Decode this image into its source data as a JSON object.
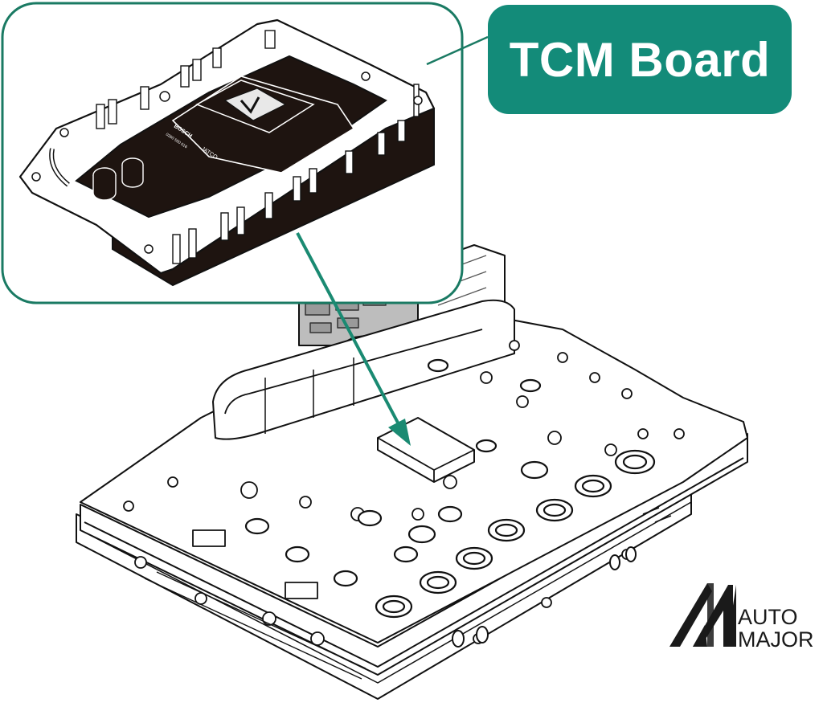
{
  "callout": {
    "label": "TCM Board",
    "color": "#138b79",
    "text_color": "#ffffff"
  },
  "board_markings": {
    "maker": "BOSCH",
    "part_number": "0260 550 016",
    "brand": "JATCO"
  },
  "logo": {
    "monogram": "AM",
    "line1": "AUTO",
    "line2": "MAJOR"
  },
  "colors": {
    "inset_border": "#1a7a63",
    "arrow": "#1a8a72",
    "line_art": "#111111",
    "board_fill": "#1e1410"
  },
  "icons": {
    "pointer": "arrow-down-right-icon",
    "leader": "leader-line-icon"
  }
}
